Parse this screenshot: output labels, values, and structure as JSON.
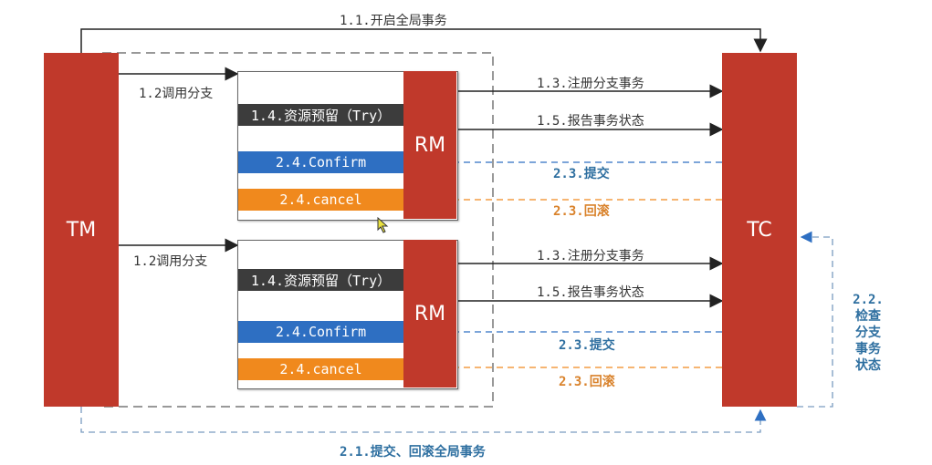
{
  "tm_label": "TM",
  "tc_label": "TC",
  "rm_label": "RM",
  "top_arrow_label": "1.1.开启全局事务",
  "bottom_arrow_label": "2.1.提交、回滚全局事务",
  "check_label": [
    "2.2.",
    "检查",
    "分支",
    "事务",
    "状态"
  ],
  "branches": [
    {
      "call_label": "1.2调用分支",
      "try_label": "1.4.资源预留（Try）",
      "confirm_label": "2.4.Confirm",
      "cancel_label": "2.4.cancel",
      "register_label": "1.3.注册分支事务",
      "report_label": "1.5.报告事务状态",
      "commit_label": "2.3.提交",
      "rollback_label": "2.3.回滚"
    },
    {
      "call_label": "1.2调用分支",
      "try_label": "1.4.资源预留（Try）",
      "confirm_label": "2.4.Confirm",
      "cancel_label": "2.4.cancel",
      "register_label": "1.3.注册分支事务",
      "report_label": "1.5.报告事务状态",
      "commit_label": "2.3.提交",
      "rollback_label": "2.3.回滚"
    }
  ],
  "colors": {
    "red": "#c0392b",
    "blue": "#2e6fc2",
    "orange": "#f0891d",
    "dark": "#3c3c3c"
  }
}
